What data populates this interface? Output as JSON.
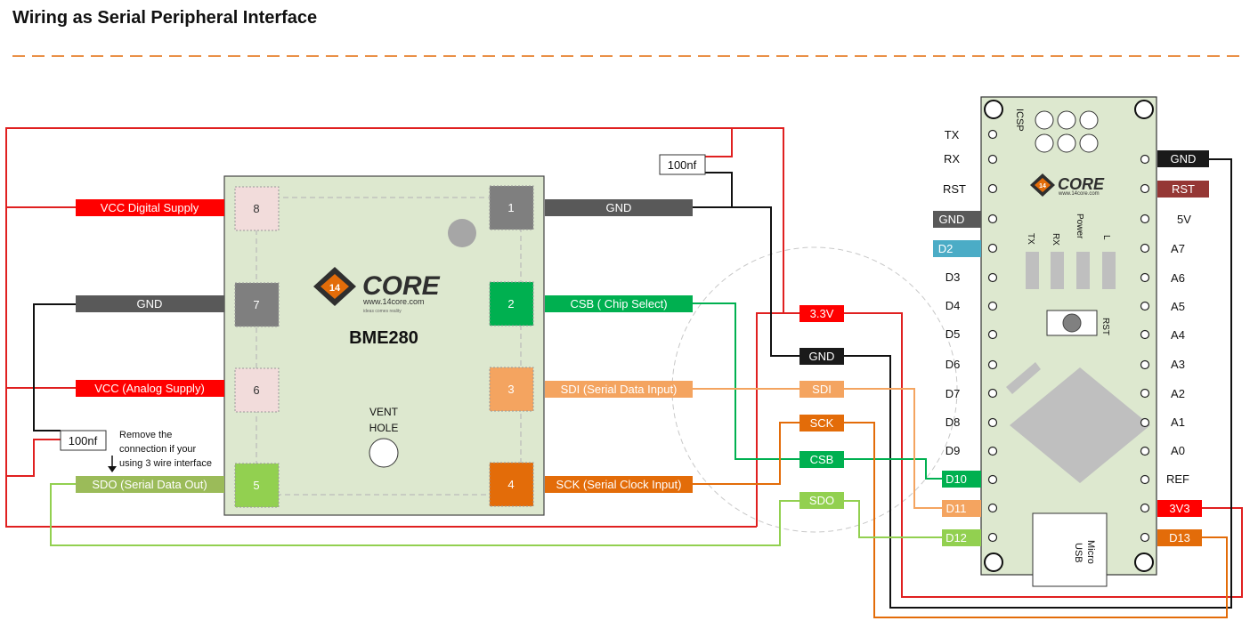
{
  "page": {
    "title": "Wiring as Serial Peripheral Interface"
  },
  "sensor": {
    "name": "BME280",
    "logo_text": "CORE",
    "logo_url": "www.14core.com",
    "logo_tagline": "ideas comes reality",
    "logo_badge": "14",
    "vent_label_1": "VENT",
    "vent_label_2": "HOLE",
    "pins": {
      "p1": "1",
      "p2": "2",
      "p3": "3",
      "p4": "4",
      "p5": "5",
      "p6": "6",
      "p7": "7",
      "p8": "8"
    }
  },
  "labels": {
    "vcc_digital": "VCC Digital Supply",
    "gnd_left": "GND",
    "vcc_analog": "VCC (Analog Supply)",
    "sdo_left": "SDO (Serial Data Out)",
    "cap_top": "100nf",
    "cap_left": "100nf",
    "note_line1": "Remove the",
    "note_line2": "connection if your",
    "note_line3": "using 3 wire interface",
    "gnd_right": "GND",
    "csb_right": "CSB ( Chip Select)",
    "sdi_right": "SDI (Serial Data Input)",
    "sck_right": "SCK (Serial Clock Input)"
  },
  "junction": {
    "v33": "3.3V",
    "gnd": "GND",
    "sdi": "SDI",
    "sck": "SCK",
    "csb": "CSB",
    "sdo": "SDO"
  },
  "board": {
    "icsp": "ICSP",
    "logo_text": "CORE",
    "logo_url": "www.14core.com",
    "logo_badge": "14",
    "leds": {
      "tx": "TX",
      "rx": "RX",
      "power": "Power",
      "l": "L"
    },
    "rst_button": "RST",
    "usb_line1": "Micro",
    "usb_line2": "USB",
    "left_pins": [
      "TX",
      "RX",
      "RST",
      "GND",
      "D2",
      "D3",
      "D4",
      "D5",
      "D6",
      "D7",
      "D8",
      "D9",
      "D10",
      "D11",
      "D12"
    ],
    "right_pins": [
      "GND",
      "RST",
      "5V",
      "A7",
      "A6",
      "A5",
      "A4",
      "A3",
      "A2",
      "A1",
      "A0",
      "REF",
      "3V3",
      "D13"
    ]
  },
  "colors": {
    "red": "#ff0000",
    "dark_red": "#c00000",
    "gnd_gray": "#595959",
    "black": "#1a1a1a",
    "green": "#00b050",
    "orange_light": "#f4a460",
    "orange": "#e36c09",
    "lime": "#92d050",
    "board_fill": "#dde8cf",
    "teal": "#4bacc6",
    "rst_brown": "#953735"
  }
}
